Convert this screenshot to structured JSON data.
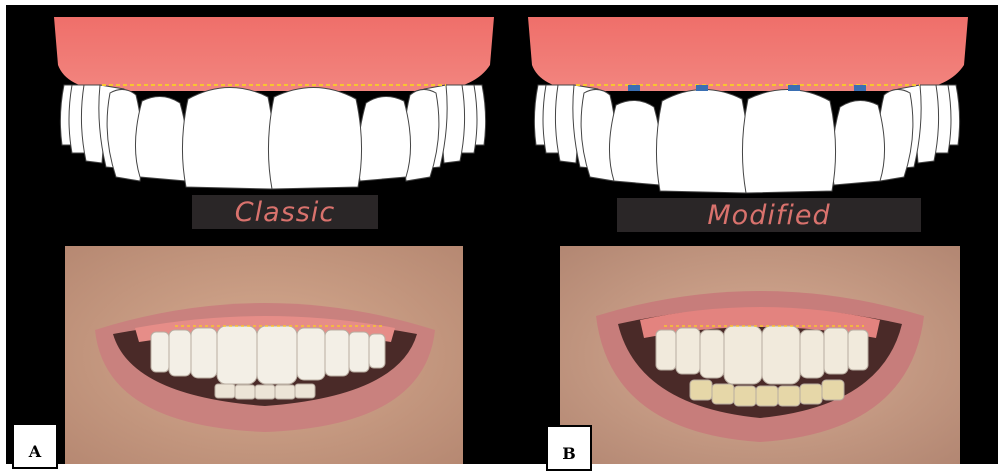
{
  "panels": [
    {
      "label": "Classic",
      "letter": "A"
    },
    {
      "label": "Modified",
      "letter": "B"
    }
  ],
  "colors": {
    "gum": "#ef7a75",
    "gum_light": "#f59a92",
    "tooth": "#ffffff",
    "guide_line": "#f7c531",
    "zenith_marker": "#3a6fb3",
    "label_text": "#d9726d",
    "label_bg": "#2a2627"
  }
}
